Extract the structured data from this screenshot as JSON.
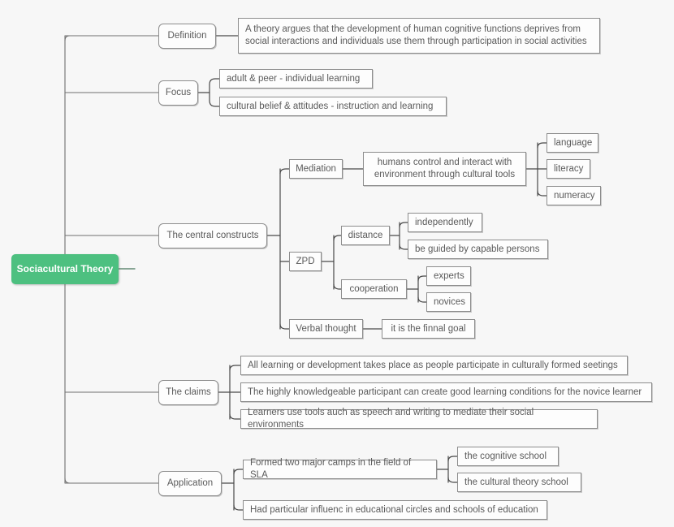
{
  "diagram": {
    "title": "Sociocultural Theory",
    "type": "mind-map",
    "background_color": "#f7f7f7",
    "root_color": "#4dc080",
    "node_border_color": "#8d8d8d",
    "text_color": "#5a5a5a"
  },
  "root": {
    "label": "Sociacultural Theory"
  },
  "branches": [
    {
      "label": "Definition",
      "children": [
        {
          "label": "A  theory argues that the development of human cognitive functions deprives from\nsocial interactions and individuals use them through participation in social activities"
        }
      ]
    },
    {
      "label": "Focus",
      "children": [
        {
          "label": "adult & peer - individual learning"
        },
        {
          "label": "cultural belief & attitudes - instruction and learning"
        }
      ]
    },
    {
      "label": "The central constructs",
      "children": [
        {
          "label": "Mediation",
          "children": [
            {
              "label": "humans control and interact with\nenvironment through cultural tools",
              "children": [
                {
                  "label": "language"
                },
                {
                  "label": "literacy"
                },
                {
                  "label": "numeracy"
                }
              ]
            }
          ]
        },
        {
          "label": "ZPD",
          "children": [
            {
              "label": "distance",
              "children": [
                {
                  "label": "independently"
                },
                {
                  "label": "be guided by capable persons"
                }
              ]
            },
            {
              "label": "cooperation",
              "children": [
                {
                  "label": "experts"
                },
                {
                  "label": "novices"
                }
              ]
            }
          ]
        },
        {
          "label": "Verbal thought",
          "children": [
            {
              "label": "it is the finnal goal"
            }
          ]
        }
      ]
    },
    {
      "label": "The claims",
      "children": [
        {
          "label": "All learning or development takes place as people participate in culturally formed seetings"
        },
        {
          "label": "The highly knowledgeable participant can create good learning conditions for the novice learner"
        },
        {
          "label": "Learners use tools auch as speech and writing to mediate their social environments"
        }
      ]
    },
    {
      "label": "Application",
      "children": [
        {
          "label": "Formed two major camps in the field of SLA",
          "children": [
            {
              "label": "the cognitive school"
            },
            {
              "label": "the cultural theory school"
            }
          ]
        },
        {
          "label": "Had particular influenc in educational circles and schools of education"
        }
      ]
    }
  ]
}
